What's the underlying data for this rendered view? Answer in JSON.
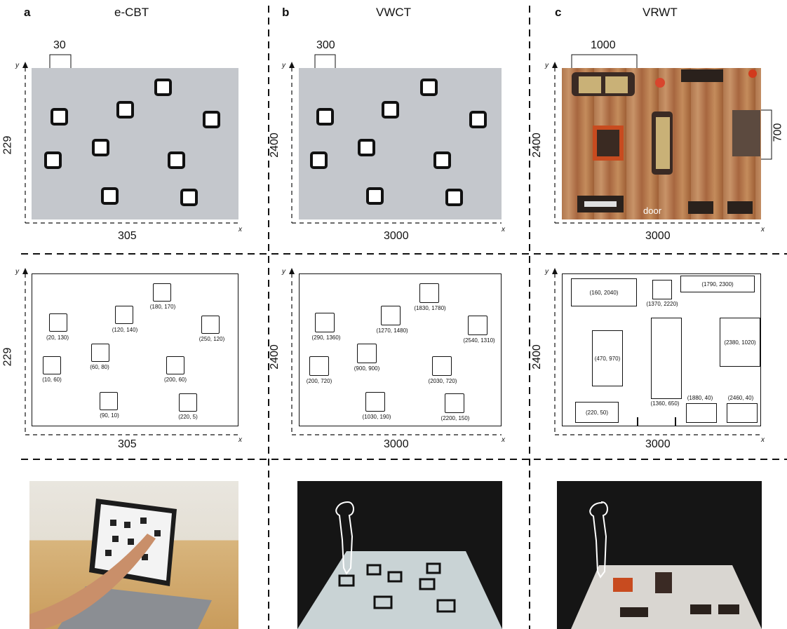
{
  "columns": [
    {
      "letter": "a",
      "title": "e-CBT",
      "xlabel": "305",
      "ylabel": "229",
      "scale": "30"
    },
    {
      "letter": "b",
      "title": "VWCT",
      "xlabel": "3000",
      "ylabel": "2400",
      "scale": "300"
    },
    {
      "letter": "c",
      "title": "VRWT",
      "xlabel": "3000",
      "ylabel": "2400",
      "scale": "1000",
      "scale_right": "700",
      "door_label": "door"
    }
  ],
  "axis_x": "x",
  "axis_y": "y",
  "ecbt_coords": [
    "(180, 170)",
    "(20, 130)",
    "(120, 140)",
    "(250, 120)",
    "(60, 80)",
    "(10, 60)",
    "(200, 60)",
    "(90, 10)",
    "(220, 5)"
  ],
  "vwct_coords": [
    "(1830, 1780)",
    "(290, 1360)",
    "(1270, 1480)",
    "(2540, 1310)",
    "(900, 900)",
    "(200, 720)",
    "(2030, 720)",
    "(1030, 190)",
    "(2200, 150)"
  ],
  "vrwt_coords": [
    "(160, 2040)",
    "(1370, 2220)",
    "(1790, 2300)",
    "(470, 970)",
    "(1360, 650)",
    "(2380, 1020)",
    "(220, 50)",
    "(1880, 40)",
    "(2460, 40)"
  ],
  "colors": {
    "grey_panel": "#c4c7cc",
    "wood": "#b0774e",
    "dark": "#111111"
  }
}
